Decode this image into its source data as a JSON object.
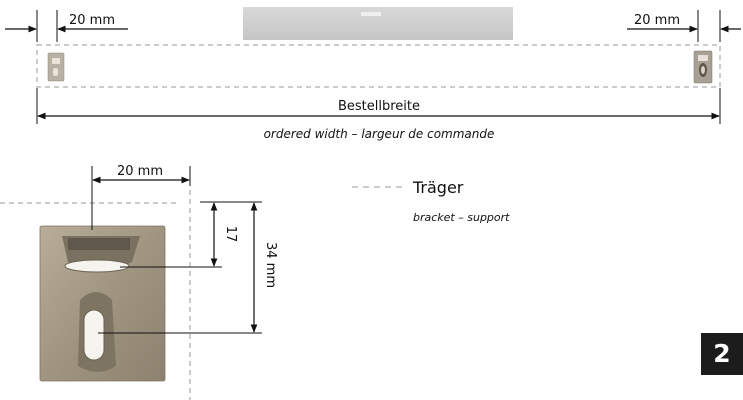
{
  "top_view": {
    "left_offset_label": "20 mm",
    "right_offset_label": "20 mm",
    "width_label_de": "Bestellbreite",
    "width_label_en_fr": "ordered width – largeur de commande"
  },
  "detail_view": {
    "width_label": "20 mm",
    "dim_short": "17",
    "dim_long": "34 mm"
  },
  "legend": {
    "title": "Träger",
    "subtitle": "bracket – support"
  },
  "page_number": "2",
  "colors": {
    "line": "#111111",
    "dashed": "#9a9a9a",
    "headrail": "#cfcfcf",
    "bracket_metal": "#a59b88",
    "badge_bg": "#1c1c1c"
  }
}
